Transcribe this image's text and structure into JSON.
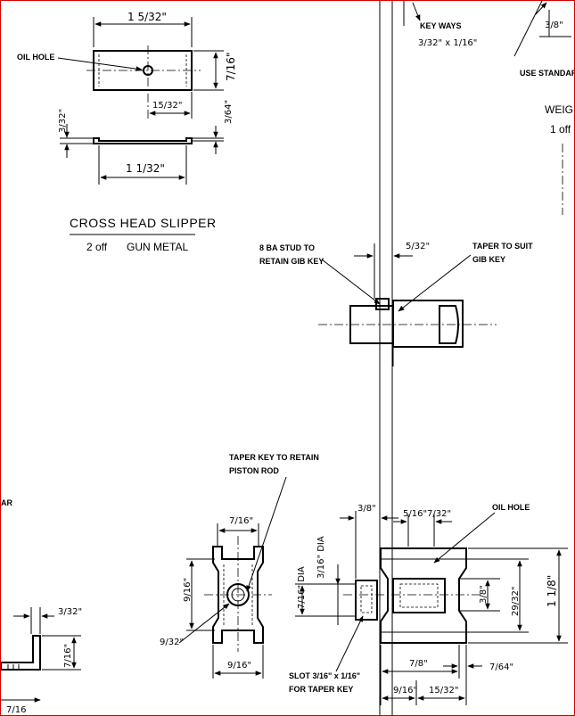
{
  "top_right": {
    "key_ways_label": "KEY WAYS",
    "key_ways_dim": "3/32\" x 1/16\"",
    "three_eighths": "3/8\"",
    "use_standard": "USE STANDAF",
    "weight_label": "WEIGI",
    "one_off": "1 off"
  },
  "slipper": {
    "oil_hole_label": "OIL HOLE",
    "dim_width": "1 5/32\"",
    "dim_height": "7/16\"",
    "dim_hole_offset": "15/32\"",
    "dim_lip_left": "3/32\"",
    "dim_lip_right": "3/64\"",
    "dim_bottom": "1 1/32\"",
    "title": "CROSS HEAD SLIPPER",
    "qty": "2 off",
    "material": "GUN METAL"
  },
  "section": {
    "stud_label_1": "8 BA STUD TO",
    "stud_label_2": "RETAIN GIB KEY",
    "taper_label_1": "TAPER TO SUIT",
    "taper_label_2": "GIB KEY",
    "dim_top": "5/32\""
  },
  "crosshead": {
    "taper_key_label_1": "TAPER KEY TO RETAIN",
    "taper_key_label_2": "PISTON ROD",
    "dim_top_width": "7/16\"",
    "dim_height": "9/16\"",
    "dim_hole": "9/32\"",
    "dim_bottom_width": "9/16\"",
    "dim_three_eighths": "3/8\"",
    "dim_dia_vert": "3/16\" DIA",
    "dim_dia_left": "7/16\" DIA",
    "dim_five_sixteenths": "5/16\"",
    "dim_seven_32": "7/32\"",
    "oil_hole_label": "OIL HOLE",
    "dim_inner_height": "3/8\"",
    "dim_29_32": "29/32\"",
    "dim_1_1_8": "1 1/8\"",
    "dim_seven_eighths": "7/8\"",
    "dim_seven_64": "7/64\"",
    "slot_label_1": "SLOT 3/16\" x 1/16\"",
    "slot_label_2": "FOR TAPER KEY",
    "dim_bottom_9_16": "9/16\"",
    "dim_bottom_15_32": "15/32\""
  },
  "left_edge": {
    "ar_label": "AR",
    "dim_3_32": "3/32\"",
    "dim_7_16": "7/16\"",
    "dim_bottom": "7/16"
  }
}
